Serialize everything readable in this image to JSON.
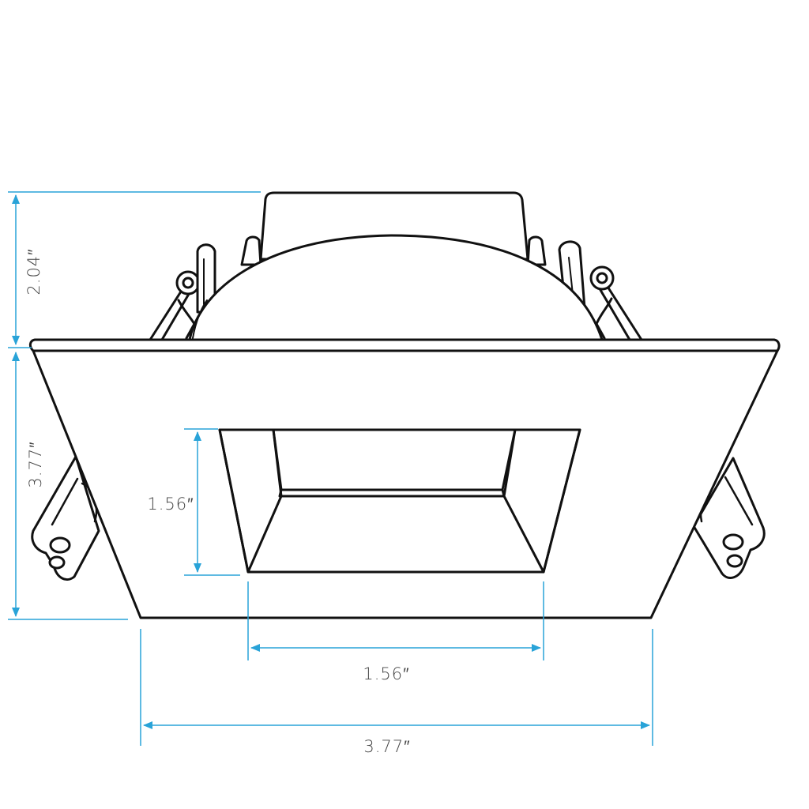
{
  "colors": {
    "line": "#111111",
    "dimension": "#29a3d8",
    "dimension_text": "#444444",
    "background": "#ffffff"
  },
  "dimensions": {
    "height_above": "2.04″",
    "trim_height": "3.77″",
    "aperture_height": "1.56″",
    "aperture_width": "1.56″",
    "trim_width": "3.77″"
  }
}
